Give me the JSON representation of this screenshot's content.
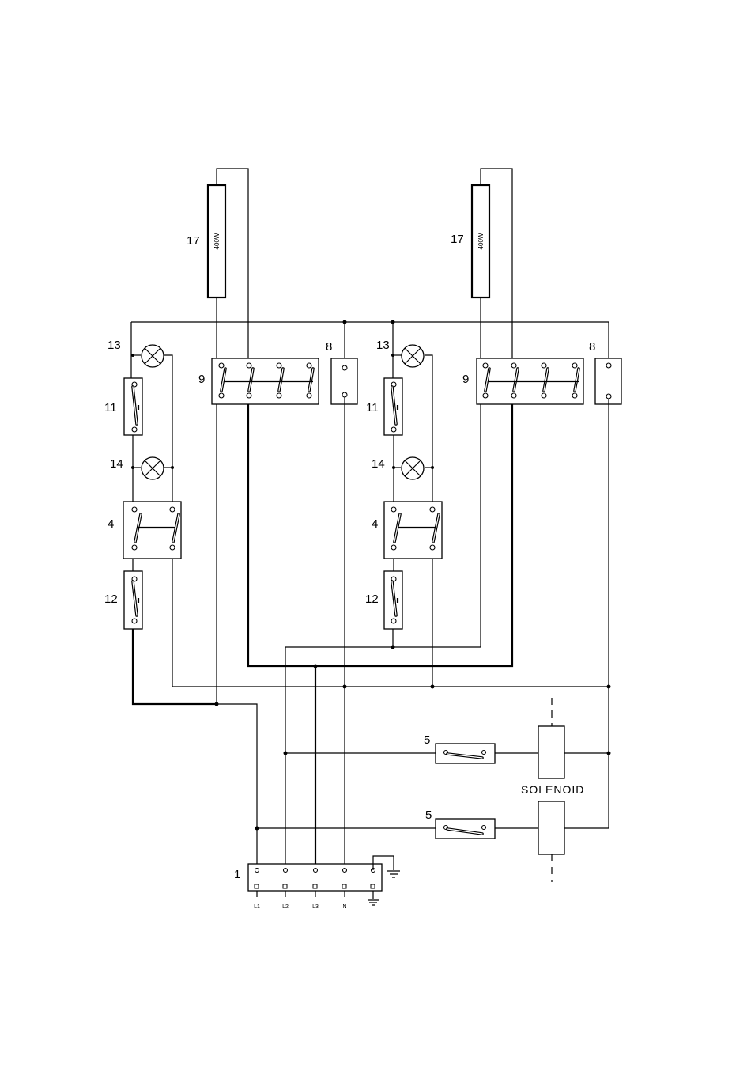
{
  "labels": {
    "heater": "17",
    "heater_rating": "400W",
    "lamp_top": "13",
    "lamp_mid": "14",
    "thermostat_top": "11",
    "thermostat_bottom": "12",
    "switch_2pole": "4",
    "switch_4pole": "9",
    "switch_block": "8",
    "pressure_switch": "5",
    "solenoid": "SOLENOID",
    "terminal_block": "1"
  },
  "terminals": [
    "L1",
    "L2",
    "L3",
    "N",
    "earth"
  ],
  "colors": {
    "line": "#000000",
    "background": "#ffffff"
  }
}
